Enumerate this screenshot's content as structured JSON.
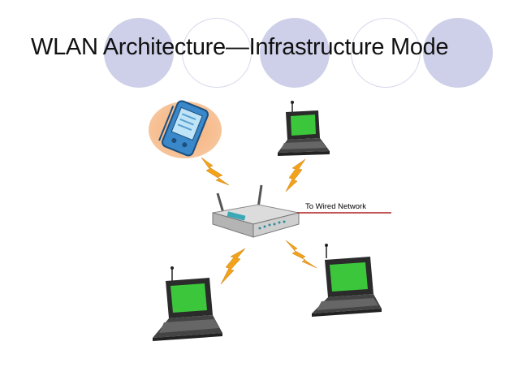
{
  "slide": {
    "title": "WLAN Architecture—Infrastructure Mode"
  },
  "diagram": {
    "wired_label": "To Wired Network",
    "devices": [
      "pda",
      "laptop",
      "laptop",
      "laptop"
    ],
    "icons": [
      "pda-icon",
      "laptop-icon",
      "access-point-icon",
      "wireless-signal-icon"
    ]
  },
  "colors": {
    "accent_circle": "#cdd0e8",
    "screen_green": "#3cc63c",
    "lightning": "#f2a31b",
    "wired_line": "#b01e1e"
  }
}
